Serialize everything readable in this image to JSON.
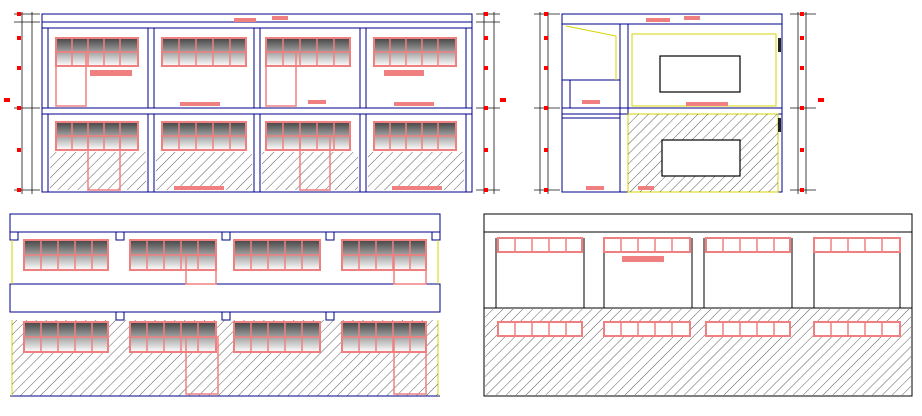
{
  "drawing": {
    "kind": "cad-elevations",
    "background": "#ffffff",
    "colors": {
      "outline": "#00008b",
      "window": "#f08080",
      "hatch": "#222222",
      "dimension": "#111111",
      "marker": "#ff0000",
      "yellow": "#d4d400",
      "black": "#000000"
    },
    "views": [
      {
        "id": "front-elevation",
        "bays": 4,
        "storeys": 2
      },
      {
        "id": "side-section",
        "bays": 2,
        "storeys": 2
      },
      {
        "id": "rear-elevation",
        "bays": 4,
        "storeys": 2
      },
      {
        "id": "side-elevation",
        "bays": 4,
        "storeys": 2
      }
    ]
  }
}
